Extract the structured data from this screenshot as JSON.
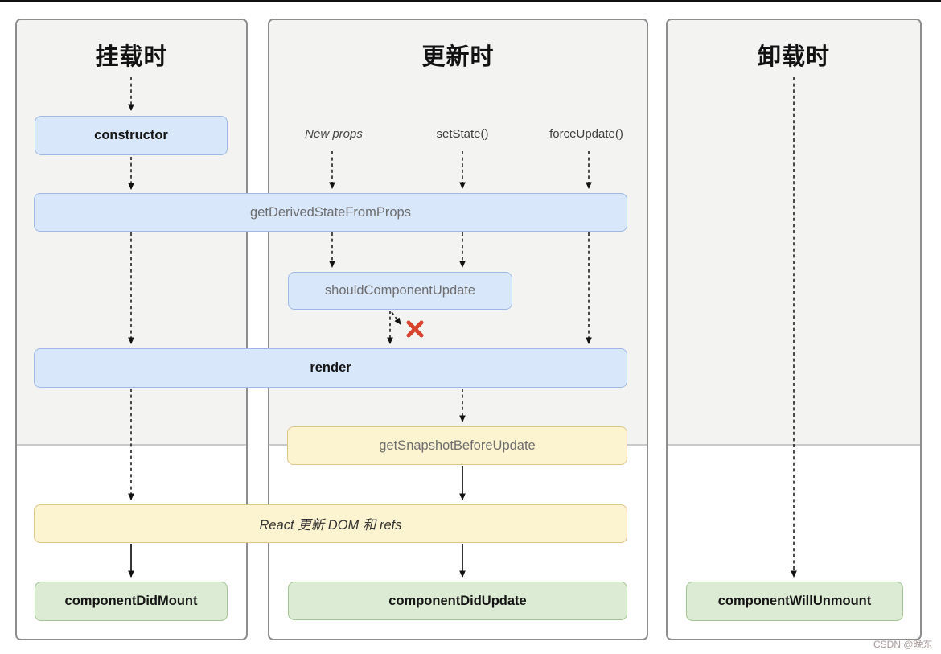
{
  "page": {
    "watermark": "CSDN @晚东"
  },
  "panels": [
    {
      "id": "mounting",
      "title": "挂载时"
    },
    {
      "id": "updating",
      "title": "更新时"
    },
    {
      "id": "unmounting",
      "title": "卸载时"
    }
  ],
  "triggers": [
    {
      "label": "New props"
    },
    {
      "label": "setState()"
    },
    {
      "label": "forceUpdate()"
    }
  ],
  "nodes": {
    "constructor_box": "constructor",
    "get_derived_state_from_props": "getDerivedStateFromProps",
    "should_component_update": "shouldComponentUpdate",
    "render_box": "render",
    "get_snapshot_before_update": "getSnapshotBeforeUpdate",
    "react_updates_dom": "React 更新 DOM 和 refs",
    "component_did_mount": "componentDidMount",
    "component_did_update": "componentDidUpdate",
    "component_will_unmount": "componentWillUnmount"
  },
  "icons": {
    "halt_x": "✖"
  },
  "colors": {
    "node_blue_fill": "#d9e7fb",
    "node_blue_border": "#9db9e3",
    "node_yellow_fill": "#fcf3d0",
    "node_yellow_border": "#ddc688",
    "node_green_fill": "#dcebd3",
    "node_green_border": "#a3c493",
    "panel_gray_bg": "#f3f3f2",
    "panel_border": "#8d8d8d",
    "halt_x_red": "#d7432c"
  }
}
